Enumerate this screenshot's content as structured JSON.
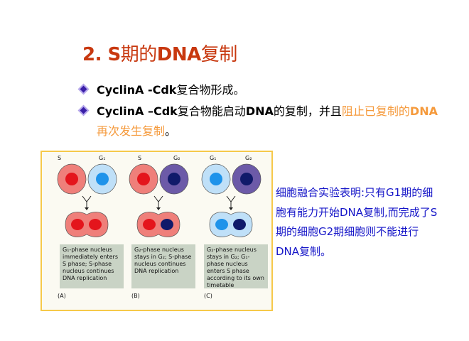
{
  "title": {
    "prefix": "2. S",
    "cn1": "期的",
    "dna": "DNA",
    "cn2": "复制"
  },
  "bullets": [
    {
      "bold": "CyclinA -Cdk",
      "rest": "复合物形成。"
    },
    {
      "bold": "CyclinA –Cdk",
      "rest1": "复合物能启动",
      "bold2": "DNA",
      "rest2": "的复制，并且",
      "highlight1": "阻止已复制的",
      "highlight_bold": "DNA",
      "highlight2": "再次发生复制",
      "end": "。"
    }
  ],
  "figure": {
    "panels": [
      {
        "left_label": "S",
        "right_label": "G₁",
        "caption": "G₁-phase nucleus immediately enters S phase; S-phase nucleus continues DNA replication",
        "tag": "(A)"
      },
      {
        "left_label": "S",
        "right_label": "G₂",
        "caption": "G₂-phase nucleus stays in G₂; S-phase nucleus continues DNA replication",
        "tag": "(B)"
      },
      {
        "left_label": "G₁",
        "right_label": "G₂",
        "caption": "G₂-phase nucleus stays in G₂; G₁-phase nucleus enters S phase according to its own timetable",
        "tag": "(C)"
      }
    ]
  },
  "side_text": "细胞融合实验表明:只有G1期的细胞有能力开始DNA复制,而完成了S期的细胞G2期细胞则不能进行DNA复制。",
  "colors": {
    "title": "#c8380f",
    "highlight": "#f59a3c",
    "side": "#1515c8",
    "border": "#f6c94a"
  }
}
